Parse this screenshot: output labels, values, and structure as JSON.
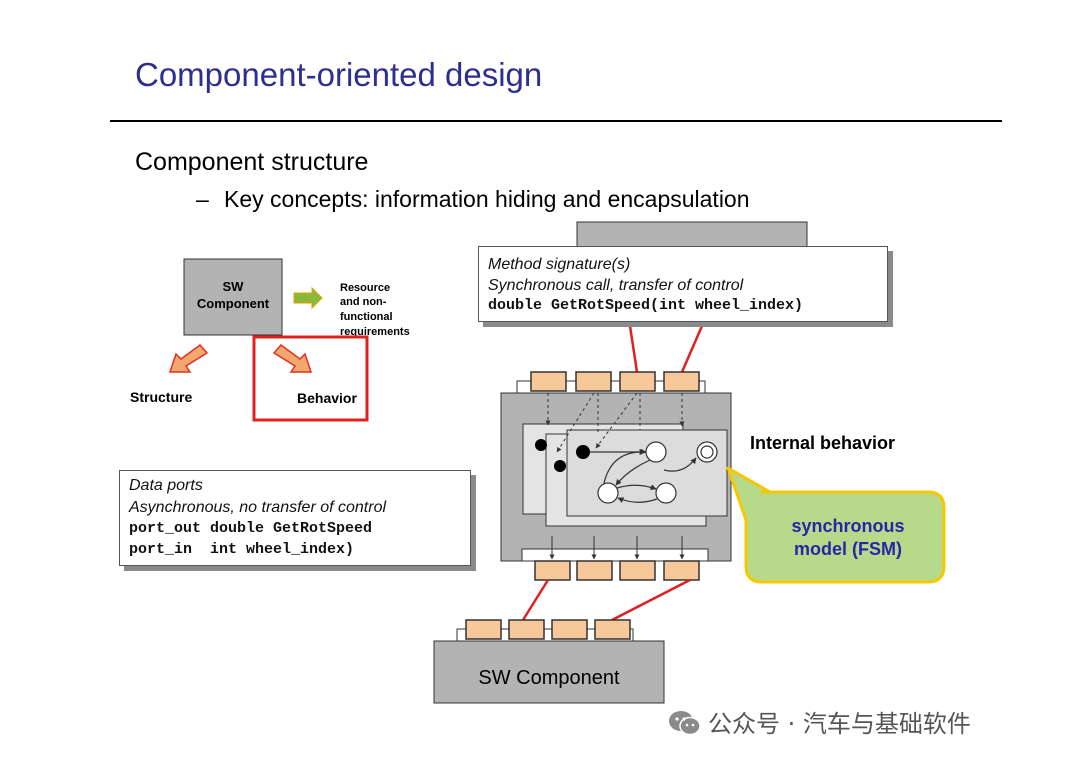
{
  "slide": {
    "title": "Component-oriented design",
    "bullet_main": "Component structure",
    "bullet_sub_dash": "–",
    "bullet_sub": "Key concepts: information hiding and encapsulation"
  },
  "left_diagram": {
    "sw_component_line1": "SW",
    "sw_component_line2": "Component",
    "resource_lines": [
      "Resource",
      "and non-",
      "functional",
      "requirements"
    ],
    "structure_label": "Structure",
    "behavior_label": "Behavior"
  },
  "method_box": {
    "line1": "Method signature(s)",
    "line2": "Synchronous call, transfer of control",
    "line3": "double GetRotSpeed(int wheel_index)"
  },
  "data_ports_box": {
    "line1": "Data ports",
    "line2": "Asynchronous, no transfer of control",
    "line3": "port_out double GetRotSpeed",
    "line4": "port_in  int wheel_index)"
  },
  "internal_behavior_label": "Internal behavior",
  "callout": {
    "line1": "synchronous",
    "line2": "model (FSM)"
  },
  "bottom_component_label": "SW Component",
  "watermark": "公众号 · 汽车与基础软件",
  "colors": {
    "title": "#2e2e8f",
    "port_fill": "#f7c99a",
    "connector": "#e02020",
    "callout_fill": "#b7d98a",
    "callout_border": "#f5c800",
    "arrow_fill": "#f4a870",
    "resource_arrow": "#8ab83a",
    "gray_box": "#b3b3b3"
  },
  "icons": [
    "wechat-icon"
  ]
}
